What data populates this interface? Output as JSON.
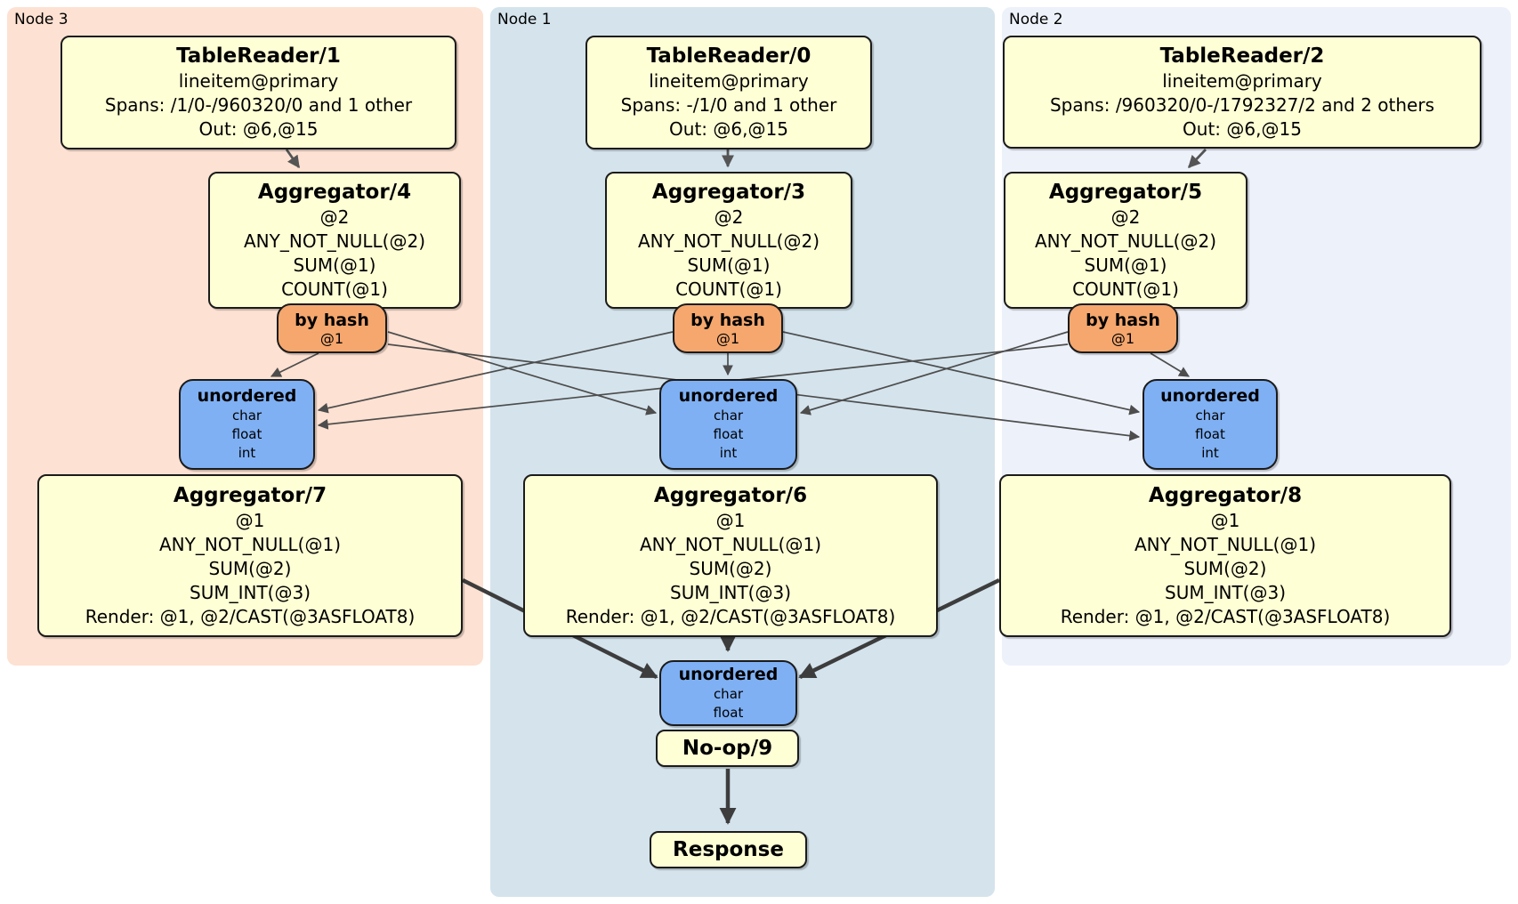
{
  "panels": [
    {
      "id": "node3",
      "label": "Node 3"
    },
    {
      "id": "node1",
      "label": "Node 1"
    },
    {
      "id": "node2",
      "label": "Node 2"
    }
  ],
  "nodes": [
    {
      "id": "tablereader-1",
      "kind": "processor",
      "title": "TableReader/1",
      "lines": [
        "lineitem@primary",
        "Spans: /1/0-/960320/0 and 1 other",
        "Out: @6,@15"
      ]
    },
    {
      "id": "tablereader-0",
      "kind": "processor",
      "title": "TableReader/0",
      "lines": [
        "lineitem@primary",
        "Spans: -/1/0 and 1 other",
        "Out: @6,@15"
      ]
    },
    {
      "id": "tablereader-2",
      "kind": "processor",
      "title": "TableReader/2",
      "lines": [
        "lineitem@primary",
        "Spans: /960320/0-/1792327/2 and 2 others",
        "Out: @6,@15"
      ]
    },
    {
      "id": "aggregator-4",
      "kind": "processor",
      "title": "Aggregator/4",
      "lines": [
        "@2",
        "ANY_NOT_NULL(@2)",
        "SUM(@1)",
        "COUNT(@1)"
      ]
    },
    {
      "id": "aggregator-3",
      "kind": "processor",
      "title": "Aggregator/3",
      "lines": [
        "@2",
        "ANY_NOT_NULL(@2)",
        "SUM(@1)",
        "COUNT(@1)"
      ]
    },
    {
      "id": "aggregator-5",
      "kind": "processor",
      "title": "Aggregator/5",
      "lines": [
        "@2",
        "ANY_NOT_NULL(@2)",
        "SUM(@1)",
        "COUNT(@1)"
      ]
    },
    {
      "id": "hash-router-node3",
      "kind": "router",
      "title": "by hash",
      "lines": [
        "@1"
      ]
    },
    {
      "id": "hash-router-node1",
      "kind": "router",
      "title": "by hash",
      "lines": [
        "@1"
      ]
    },
    {
      "id": "hash-router-node2",
      "kind": "router",
      "title": "by hash",
      "lines": [
        "@1"
      ]
    },
    {
      "id": "unordered-sync-node3",
      "kind": "sync",
      "title": "unordered",
      "lines": [
        "char",
        "float",
        "int"
      ]
    },
    {
      "id": "unordered-sync-node1",
      "kind": "sync",
      "title": "unordered",
      "lines": [
        "char",
        "float",
        "int"
      ]
    },
    {
      "id": "unordered-sync-node2",
      "kind": "sync",
      "title": "unordered",
      "lines": [
        "char",
        "float",
        "int"
      ]
    },
    {
      "id": "aggregator-7",
      "kind": "processor",
      "title": "Aggregator/7",
      "lines": [
        "@1",
        "ANY_NOT_NULL(@1)",
        "SUM(@2)",
        "SUM_INT(@3)",
        "Render: @1, @2/CAST(@3ASFLOAT8)"
      ]
    },
    {
      "id": "aggregator-6",
      "kind": "processor",
      "title": "Aggregator/6",
      "lines": [
        "@1",
        "ANY_NOT_NULL(@1)",
        "SUM(@2)",
        "SUM_INT(@3)",
        "Render: @1, @2/CAST(@3ASFLOAT8)"
      ]
    },
    {
      "id": "aggregator-8",
      "kind": "processor",
      "title": "Aggregator/8",
      "lines": [
        "@1",
        "ANY_NOT_NULL(@1)",
        "SUM(@2)",
        "SUM_INT(@3)",
        "Render: @1, @2/CAST(@3ASFLOAT8)"
      ]
    },
    {
      "id": "unordered-sync-final",
      "kind": "sync",
      "title": "unordered",
      "lines": [
        "char",
        "float"
      ]
    },
    {
      "id": "no-op-9",
      "kind": "processor",
      "title": "No-op/9",
      "lines": []
    },
    {
      "id": "response",
      "kind": "processor",
      "title": "Response",
      "lines": []
    }
  ],
  "edges": [
    {
      "from": "hash-router-node3",
      "to": "unordered-sync-node3",
      "style": "thin"
    },
    {
      "from": "hash-router-node3",
      "to": "unordered-sync-node1",
      "style": "thin"
    },
    {
      "from": "hash-router-node3",
      "to": "unordered-sync-node2",
      "style": "thin"
    },
    {
      "from": "hash-router-node1",
      "to": "unordered-sync-node1",
      "style": "thin"
    },
    {
      "from": "hash-router-node1",
      "to": "unordered-sync-node3",
      "style": "thin"
    },
    {
      "from": "hash-router-node1",
      "to": "unordered-sync-node2",
      "style": "thin"
    },
    {
      "from": "hash-router-node2",
      "to": "unordered-sync-node2",
      "style": "thin"
    },
    {
      "from": "hash-router-node2",
      "to": "unordered-sync-node1",
      "style": "thin"
    },
    {
      "from": "hash-router-node2",
      "to": "unordered-sync-node3",
      "style": "thin"
    },
    {
      "from": "tablereader-1",
      "to": "aggregator-4",
      "style": "med"
    },
    {
      "from": "tablereader-0",
      "to": "aggregator-3",
      "style": "med"
    },
    {
      "from": "tablereader-2",
      "to": "aggregator-5",
      "style": "med"
    },
    {
      "from": "aggregator-7",
      "to": "unordered-sync-final",
      "style": "thick"
    },
    {
      "from": "aggregator-6",
      "to": "unordered-sync-final",
      "style": "thick"
    },
    {
      "from": "aggregator-8",
      "to": "unordered-sync-final",
      "style": "thick"
    },
    {
      "from": "no-op-9",
      "to": "response",
      "style": "thick"
    }
  ],
  "colors": {
    "node3_bg": "#fde1d2",
    "node1_bg": "#d4e3ec",
    "node2_bg": "#edf1fa",
    "processor_fill": "#ffffd6",
    "router_fill": "#f5a76e",
    "sync_fill": "#7fb0f4",
    "edge_color": "#4d4d4d"
  }
}
